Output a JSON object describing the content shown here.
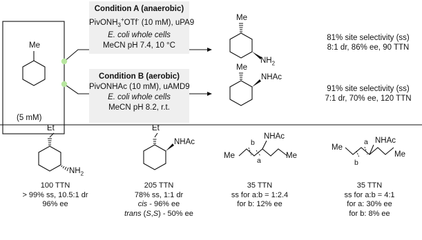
{
  "substrate": {
    "label": "Me",
    "concentration": "(5 mM)"
  },
  "condition_a": {
    "title": "Condition A (anaerobic)",
    "lines": [
      "PivONH3+OTf- (10 mM), uPA9",
      "E. coli whole cells",
      "MeCN pH 7.4, 10 °C"
    ],
    "product_labels": [
      "Me",
      "NH2"
    ],
    "result": [
      "81% site selectivity (ss)",
      "8:1 dr, 86% ee, 90 TTN"
    ]
  },
  "condition_b": {
    "title": "Condition B (aerobic)",
    "lines": [
      "PivONHAc (10 mM), uAMD9",
      "E. coli whole cells",
      "MeCN pH 8.2, r.t."
    ],
    "product_labels": [
      "Me",
      "NHAc"
    ],
    "result": [
      "91% site selectivity (ss)",
      "7:1 dr, 70% ee, 120 TTN"
    ]
  },
  "products": [
    {
      "labels": [
        "Et",
        "NH2"
      ],
      "caption": [
        "100 TTN",
        "> 99% ss, 10.5:1 dr",
        "96% ee"
      ]
    },
    {
      "labels": [
        "Et",
        "NHAc"
      ],
      "caption": [
        "205 TTN",
        "78% ss, 1:1 dr",
        "cis - 96% ee",
        "trans (S,S) - 50% ee"
      ]
    },
    {
      "labels": [
        "NHAc",
        "Me",
        "Me",
        "a",
        "b"
      ],
      "caption": [
        "35 TTN",
        "ss for a:b = 1:2.4",
        "for b: 12% ee"
      ]
    },
    {
      "labels": [
        "NHAc",
        "Me",
        "Me",
        "a",
        "b"
      ],
      "caption": [
        "35 TTN",
        "ss for a:b = 4:1",
        "for a: 30% ee",
        "for b: 8% ee"
      ]
    }
  ],
  "colors": {
    "panel": "#efefef",
    "node": "#b8e6a0",
    "text": "#111111"
  }
}
